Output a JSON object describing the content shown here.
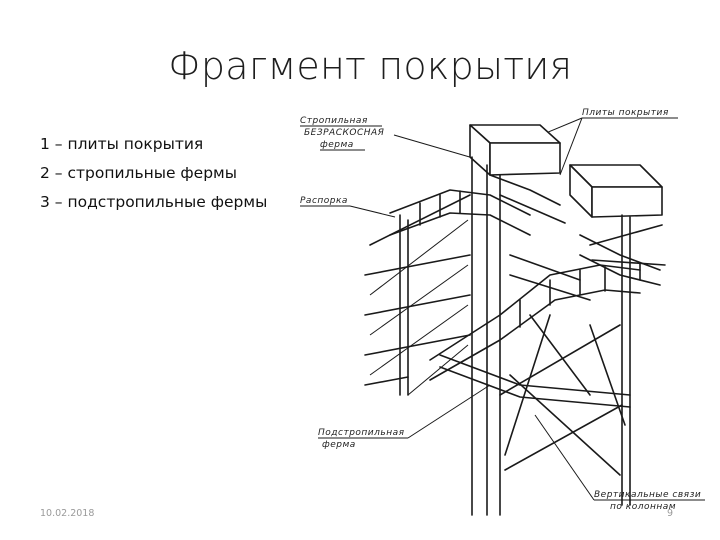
{
  "slide": {
    "title": "Фрагмент покрытия",
    "legend": [
      "1 – плиты покрытия",
      "2 – стропильные фермы",
      "3 – подстропильные фермы"
    ],
    "footer_date": "10.02.2018",
    "page_number": "9"
  },
  "drawing": {
    "labels": {
      "truss_line1": "Стропильная",
      "truss_line2": "БЕЗРАСКОСНАЯ",
      "truss_line3": "ферма",
      "slabs": "Плиты покрытия",
      "strut": "Распорка",
      "subtruss_line1": "Подстропильная",
      "subtruss_line2": "ферма",
      "bracing_line1": "Вертикальные связи",
      "bracing_line2": "по колоннам"
    }
  }
}
